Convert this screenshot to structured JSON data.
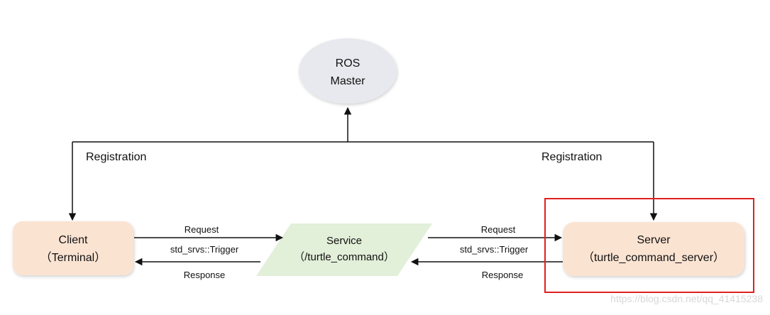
{
  "nodes": {
    "master": {
      "line1": "ROS",
      "line2": "Master",
      "fill": "#e7e9ee"
    },
    "client": {
      "line1": "Client",
      "line2": "（Terminal）",
      "fill": "#fbe3d2"
    },
    "service": {
      "line1": "Service",
      "line2": "（/turtle_command）",
      "fill": "#e2efd9"
    },
    "server": {
      "line1": "Server",
      "line2": "（turtle_command_server）",
      "fill": "#fbe3d2"
    }
  },
  "edges": {
    "registration_left": "Registration",
    "registration_right": "Registration",
    "request_left": "Request",
    "type_left": "std_srvs::Trigger",
    "response_left": "Response",
    "request_right": "Request",
    "type_right": "std_srvs::Trigger",
    "response_right": "Response"
  },
  "highlight": {
    "color": "#e02020"
  },
  "watermark": "https://blog.csdn.net/qq_41415238"
}
